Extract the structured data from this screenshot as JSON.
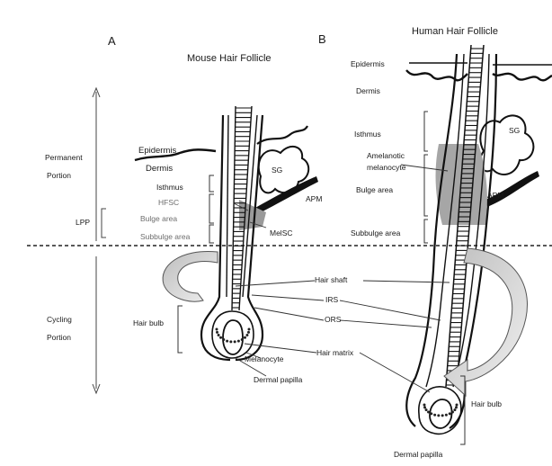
{
  "panels": {
    "a": {
      "letter": "A",
      "title": "Mouse Hair Follicle"
    },
    "b": {
      "letter": "B",
      "title": "Human Hair Follicle"
    }
  },
  "portions": {
    "permanent": [
      "Permanent",
      "Portion"
    ],
    "lpp": "LPP",
    "cycling": [
      "Cycling",
      "Portion"
    ]
  },
  "mouse_labels": {
    "epidermis": "Epidermis",
    "dermis": "Dermis",
    "isthmus": "Isthmus",
    "hfsc": "HFSC",
    "bulge": "Bulge area",
    "subbulge": "Subbulge area",
    "sg": "SG",
    "apm": "APM",
    "melsc": "MelSC",
    "hair_bulb": "Hair bulb",
    "melanocyte": "Melanocyte",
    "dermal_papilla": "Dermal papilla"
  },
  "shared_labels": {
    "hair_shaft": "Hair shaft",
    "irs": "IRS",
    "ors": "ORS",
    "hair_matrix": "Hair matrix"
  },
  "human_labels": {
    "epidermis": "Epidermis",
    "dermis": "Dermis",
    "isthmus": "Isthmus",
    "amelanotic": [
      "Amelanotic",
      "melanocyte"
    ],
    "bulge": "Bulge area",
    "subbulge": "Subbulge area",
    "sg": "SG",
    "apm": "APM",
    "hair_bulb": "Hair bulb",
    "dermal_papilla": "Dermal papilla"
  }
}
